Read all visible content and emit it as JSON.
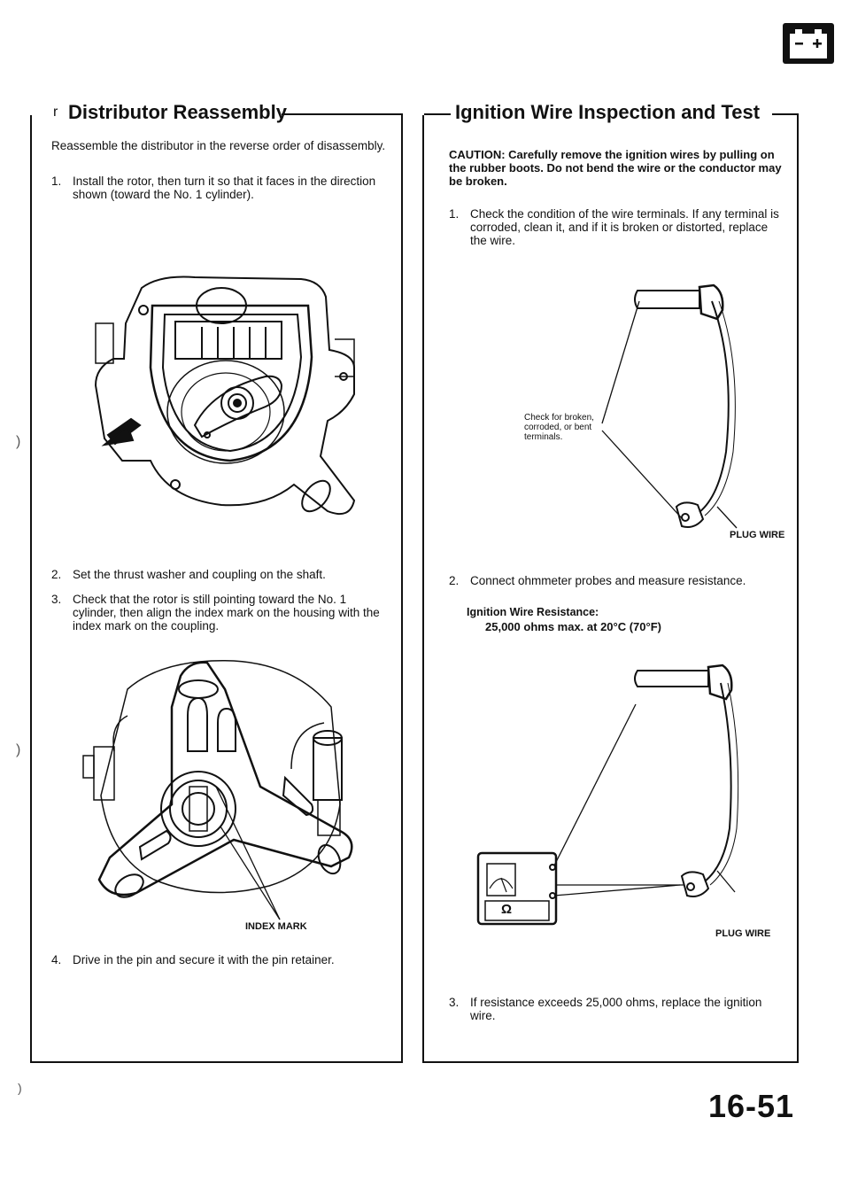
{
  "battery_icon": "battery-icon",
  "left": {
    "heading": "Distributor Reassembly",
    "intro": "Reassemble the distributor in the reverse order of disassembly.",
    "steps": [
      {
        "num": "1.",
        "text": "Install the rotor, then turn it so that it faces in the direction shown (toward the No. 1 cylinder)."
      },
      {
        "num": "2.",
        "text": "Set the thrust washer and coupling on the shaft."
      },
      {
        "num": "3.",
        "text": "Check that the rotor is still pointing toward the No. 1 cylinder, then align the index mark on the housing with the index mark on the coupling."
      },
      {
        "num": "4.",
        "text": "Drive in the pin and secure it with the pin retainer."
      }
    ],
    "index_mark_label": "INDEX MARK"
  },
  "right": {
    "heading": "Ignition Wire Inspection and Test",
    "caution": "CAUTION: Carefully remove the ignition wires by pulling on the rubber boots. Do not bend the wire or the conductor may be broken.",
    "steps": [
      {
        "num": "1.",
        "text": "Check the condition of the wire terminals. If any terminal is corroded, clean it, and if it is broken or distorted, replace the wire."
      },
      {
        "num": "2.",
        "text": "Connect ohmmeter probes and measure resistance."
      },
      {
        "num": "3.",
        "text": "If resistance exceeds 25,000 ohms, replace the ignition wire."
      }
    ],
    "check_label": "Check for broken, corroded, or bent terminals.",
    "plug_wire_label_1": "PLUG WIRE",
    "plug_wire_label_2": "PLUG WIRE",
    "resistance_title": "Ignition Wire Resistance:",
    "resistance_value": "25,000 ohms max. at 20°C (70°F)",
    "ohm_symbol": "Ω"
  },
  "page_number": "16-51"
}
